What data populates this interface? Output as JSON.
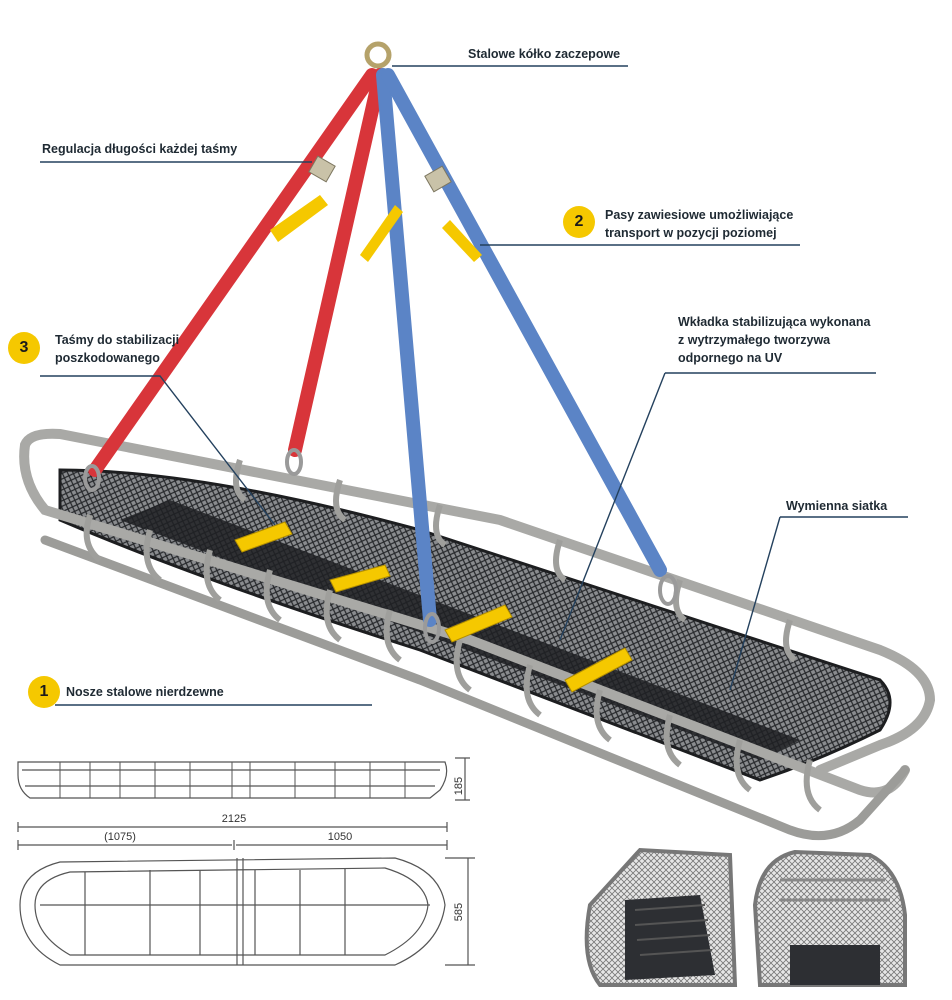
{
  "labels": {
    "ring": "Stalowe kółko zaczepowe",
    "length_adjust": "Regulacja długości każdej taśmy",
    "slings_line1": "Pasy zawiesiowe umożliwiające",
    "slings_line2": "transport w pozycji poziomej",
    "straps_line1": "Taśmy do stabilizacji",
    "straps_line2": "poszkodowanego",
    "insert_line1": "Wkładka stabilizująca wykonana",
    "insert_line2": "z wytrzymałego tworzywa",
    "insert_line3": "odpornego na UV",
    "mesh": "Wymienna siatka",
    "stretcher": "Nosze stalowe nierdzewne"
  },
  "badges": {
    "stretcher": "1",
    "slings": "2",
    "straps": "3"
  },
  "dimensions": {
    "height": "185",
    "total_length": "2125",
    "left_section": "(1075)",
    "right_section": "1050",
    "width": "585"
  },
  "colors": {
    "accent_yellow": "#f5c800",
    "red_strap": "#d8353a",
    "blue_strap": "#5b84c6",
    "steel": "#a9a9a6",
    "mesh_dark": "#2b2d30",
    "leader_line": "#24415e"
  }
}
